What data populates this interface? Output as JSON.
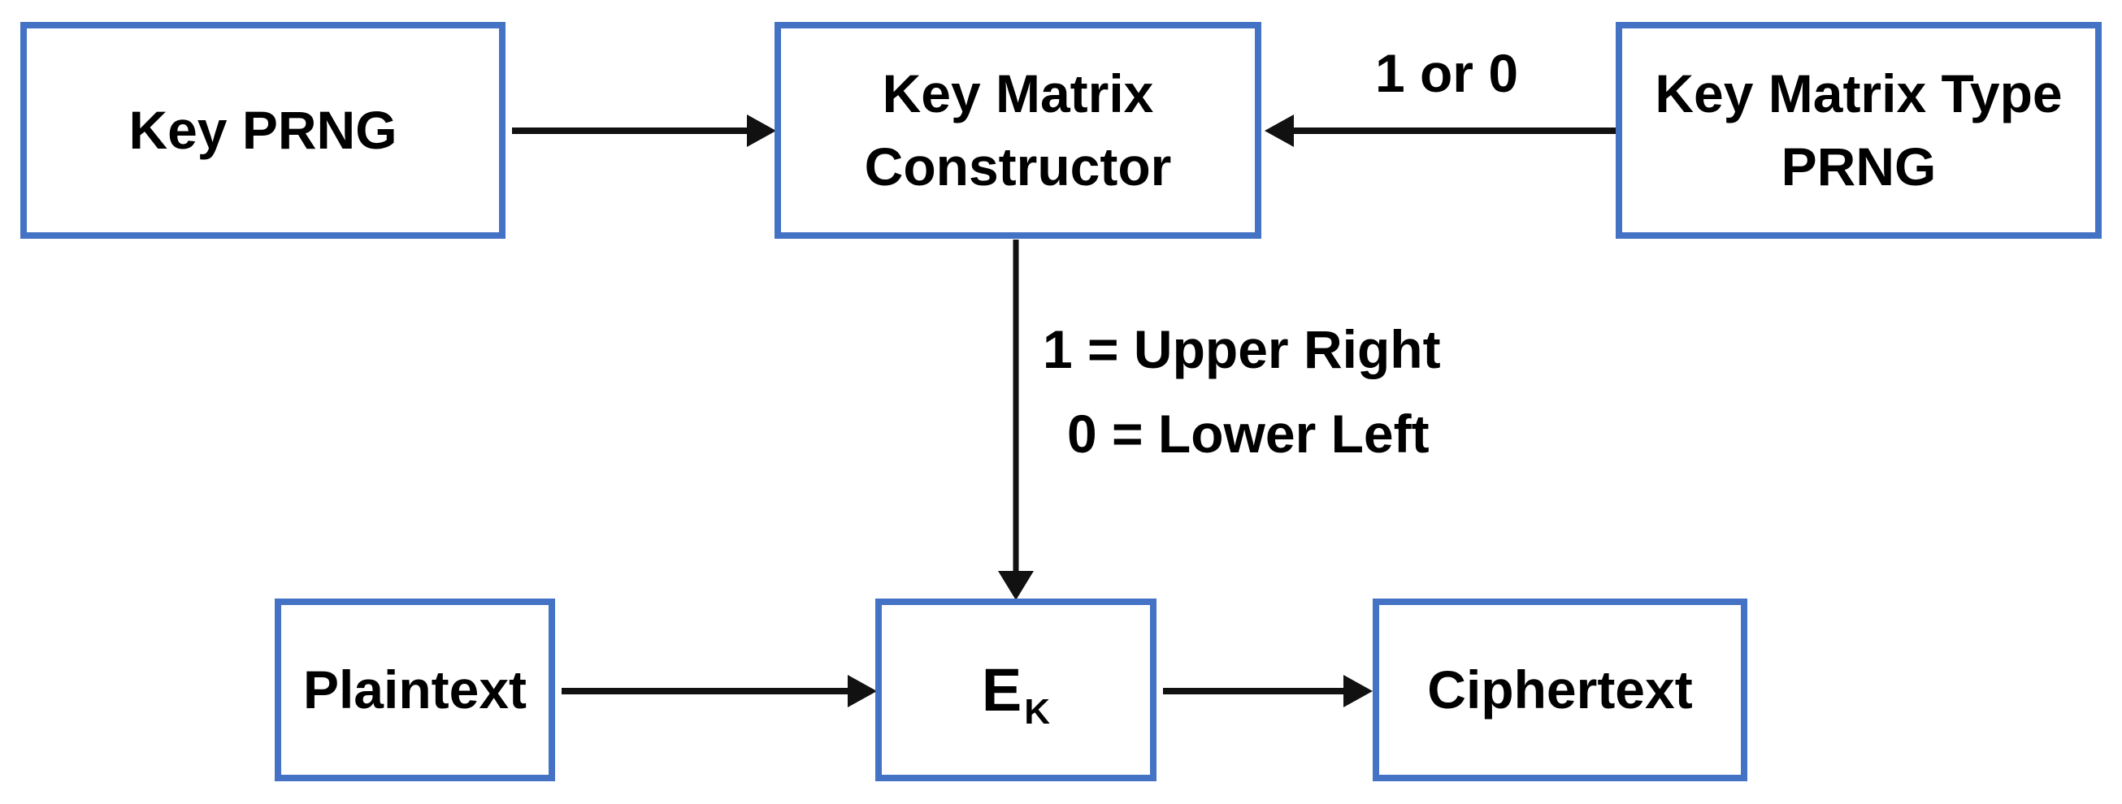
{
  "diagram": {
    "background_color": "#ffffff",
    "box_border_color": "#4472C4",
    "arrow_color": "#111111",
    "text_color": "#000000",
    "nodes": {
      "key_prng": {
        "label": "Key PRNG"
      },
      "key_matrix_constructor": {
        "label": "Key Matrix\nConstructor"
      },
      "key_matrix_type_prng": {
        "label": "Key Matrix Type\nPRNG"
      },
      "plaintext": {
        "label": "Plaintext"
      },
      "encryption_function": {
        "main": "E",
        "subscript": "K"
      },
      "ciphertext": {
        "label": "Ciphertext"
      }
    },
    "annotations": {
      "type_bit": "1 or 0",
      "upper_right_rule": "1 = Upper Right",
      "lower_left_rule": "0 = Lower Left"
    }
  }
}
